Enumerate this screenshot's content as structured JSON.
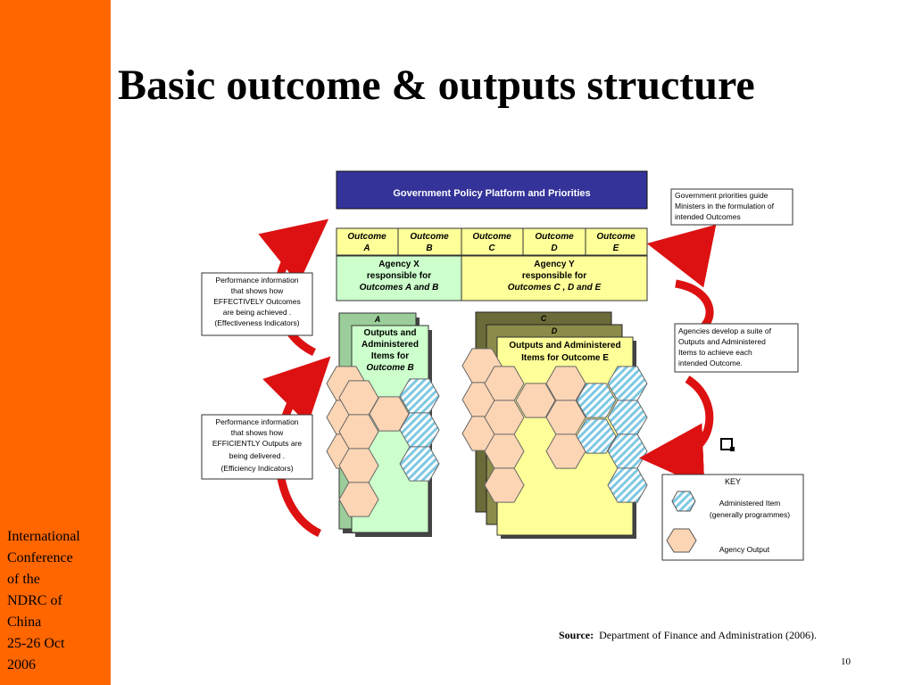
{
  "slide": {
    "title": "Basic outcome & outputs structure",
    "sidebar_lines": [
      "International",
      "Conference",
      "of  the",
      "NDRC of",
      "China",
      "25-26 Oct",
      "2006"
    ],
    "source_label": "Source:",
    "source_text": "Department of Finance and Administration (2006).",
    "page_number": "10"
  },
  "diagram": {
    "banner": "Government Policy Platform and Priorities",
    "outcomes": [
      {
        "line1": "Outcome",
        "line2": "A"
      },
      {
        "line1": "Outcome",
        "line2": "B"
      },
      {
        "line1": "Outcome",
        "line2": "C"
      },
      {
        "line1": "Outcome",
        "line2": "D"
      },
      {
        "line1": "Outcome",
        "line2": "E"
      }
    ],
    "agency_x": [
      "Agency X",
      "responsible for",
      "Outcomes A  and  B"
    ],
    "agency_y": [
      "Agency Y",
      "responsible for",
      "Outcomes C , D  and  E"
    ],
    "stack_left": {
      "back": "A",
      "front": [
        "Outputs and",
        "Administered",
        "Items for",
        "Outcome B"
      ]
    },
    "stack_right": {
      "back1": "C",
      "back2": "D",
      "front": [
        "Outputs and Administered",
        "Items for  Outcome E"
      ]
    },
    "note_top_right": [
      "Government priorities guide",
      "Ministers in the formulation of",
      "intended Outcomes"
    ],
    "note_effective": [
      "Performance information",
      "that shows how",
      "EFFECTIVELY Outcomes",
      "are being  achieved .",
      "(Effectiveness Indicators)"
    ],
    "note_efficient": [
      "Performance information",
      "that shows how",
      "EFFICIENTLY Outputs are",
      "being  delivered .",
      "(Efficiency Indicators)"
    ],
    "note_agencies": [
      "Agencies develop a suite of",
      "Outputs  and  Administered",
      "Items to achieve each",
      "intended Outcome."
    ],
    "key": {
      "title": "KEY",
      "admin_line1": "Administered Item",
      "admin_line2": "(generally programmes)",
      "output_label": "Agency Output"
    },
    "colors": {
      "banner": "#333399",
      "outcome_fill": "#ffff99",
      "agency_x_fill": "#ccffcc",
      "agency_y_fill": "#ffff99",
      "output_hex": "#fcd5b4",
      "admin_hex": "#7ec8e3",
      "arrow": "#dd1111",
      "sidebar": "#ff6600"
    }
  }
}
